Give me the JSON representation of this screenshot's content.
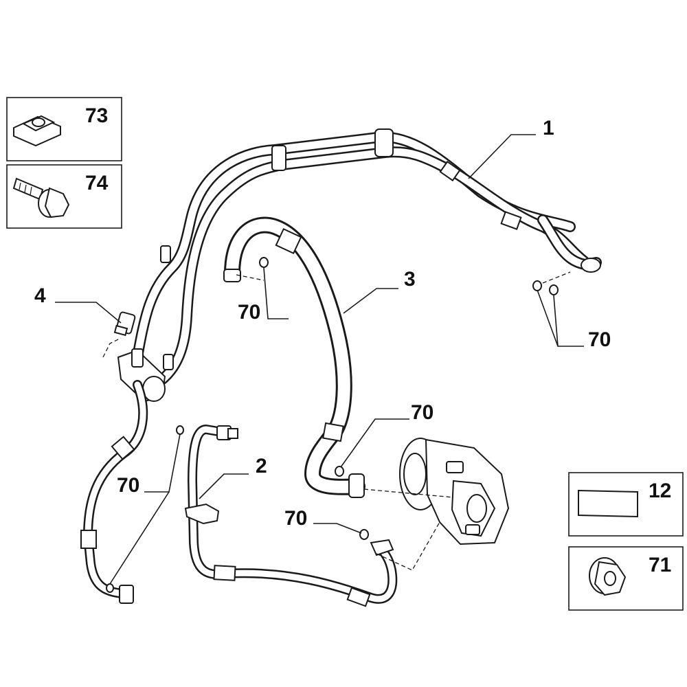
{
  "callouts": {
    "hose_1": "1",
    "hose_2": "2",
    "hose_3": "3",
    "sensor_4": "4",
    "seal_upper_mid": "70",
    "seal_upper_right": "70",
    "seal_compressor": "70",
    "seal_lower_left": "70",
    "seal_lower_mid": "70"
  },
  "inset_parts": {
    "clip": "73",
    "bolt": "74",
    "pad": "12",
    "nut": "71"
  }
}
